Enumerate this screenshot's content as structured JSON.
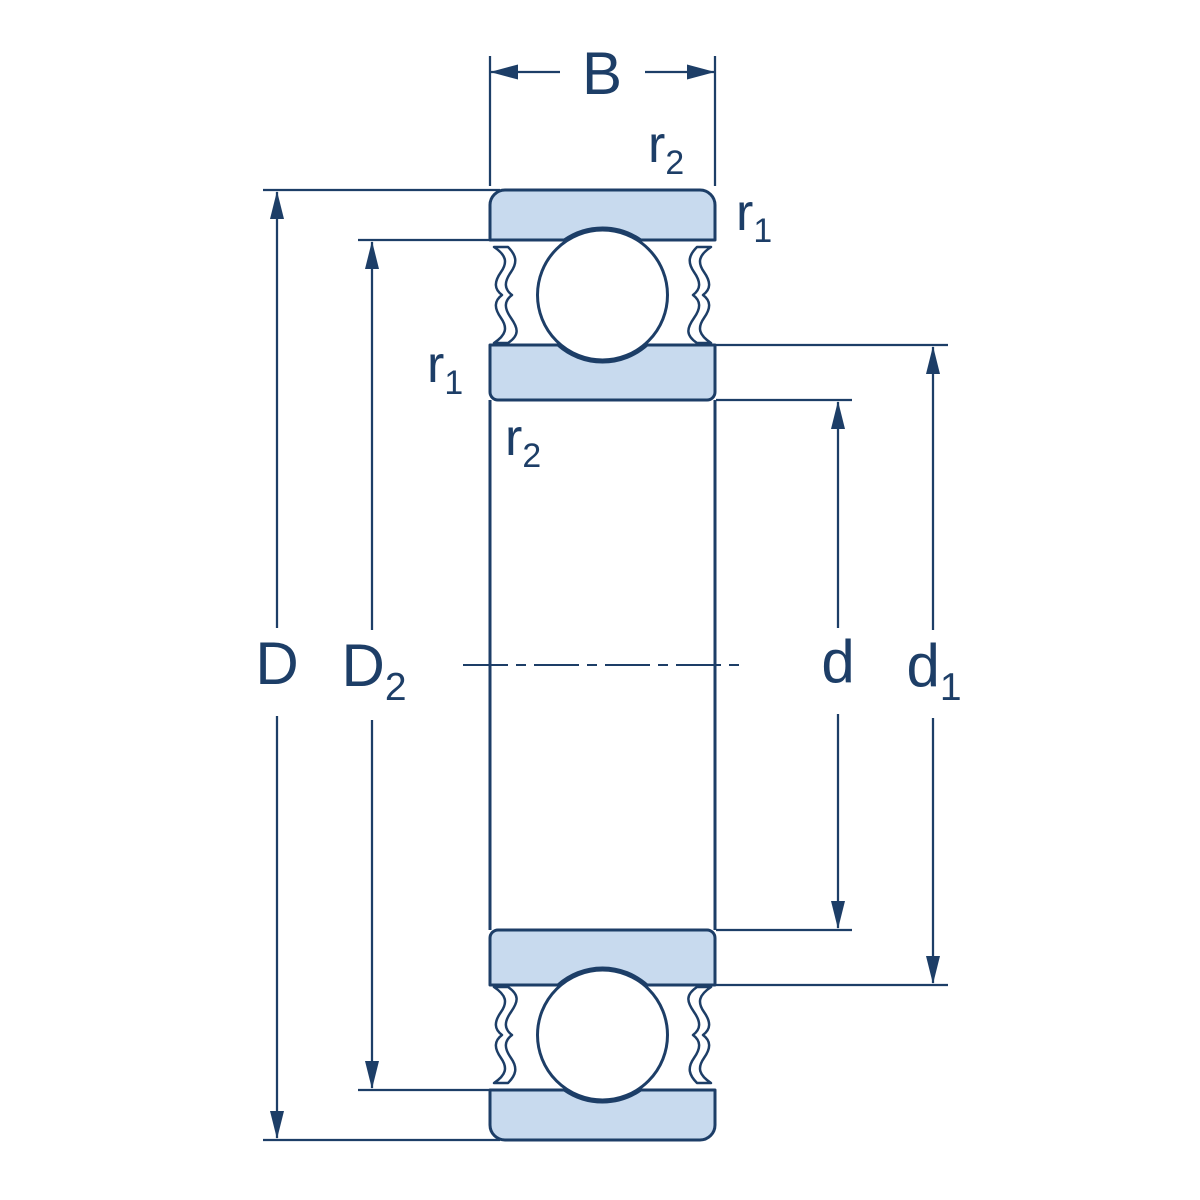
{
  "diagram": {
    "type": "technical-drawing",
    "subject": "sealed-deep-groove-ball-bearing-cross-section",
    "colors": {
      "stroke": "#1d3e67",
      "fill": "#c8daee",
      "background": "#ffffff"
    },
    "labels": {
      "width": {
        "main": "B",
        "sub": ""
      },
      "outer_diameter": {
        "main": "D",
        "sub": ""
      },
      "recess_diameter": {
        "main": "D",
        "sub": "2"
      },
      "bore_diameter": {
        "main": "d",
        "sub": ""
      },
      "shoulder_diameter": {
        "main": "d",
        "sub": "1"
      },
      "chamfer_r2_outer": {
        "main": "r",
        "sub": "2"
      },
      "chamfer_r1_outer": {
        "main": "r",
        "sub": "1"
      },
      "chamfer_r1_inner": {
        "main": "r",
        "sub": "1"
      },
      "chamfer_r2_inner": {
        "main": "r",
        "sub": "2"
      }
    }
  }
}
